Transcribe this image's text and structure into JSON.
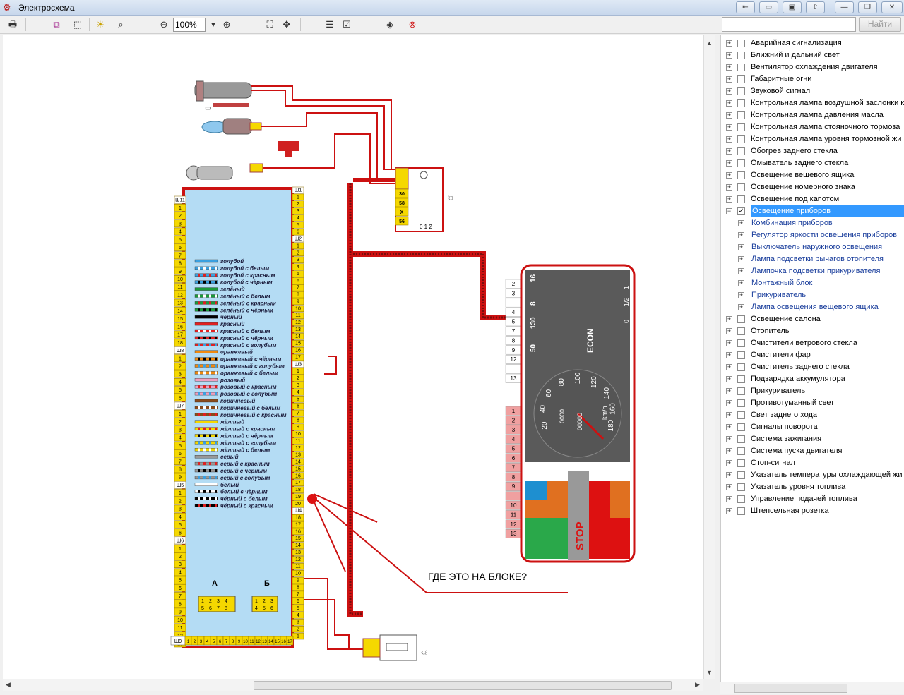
{
  "window": {
    "title": "Электросхема"
  },
  "toolbar": {
    "zoom_value": "100%",
    "find_label": "Найти",
    "search_value": ""
  },
  "diagram": {
    "question": "ГДЕ ЭТО НА БЛОКЕ?",
    "legend": [
      {
        "label": "голубой",
        "c1": "#3aa0e0",
        "c2": "#3aa0e0"
      },
      {
        "label": "голубой с белым",
        "c1": "#3aa0e0",
        "c2": "#ffffff"
      },
      {
        "label": "голубой с красным",
        "c1": "#3aa0e0",
        "c2": "#e02020"
      },
      {
        "label": "голубой с чёрным",
        "c1": "#3aa0e0",
        "c2": "#000000"
      },
      {
        "label": "зелёный",
        "c1": "#1a9a3a",
        "c2": "#1a9a3a"
      },
      {
        "label": "зелёный с белым",
        "c1": "#1a9a3a",
        "c2": "#ffffff"
      },
      {
        "label": "зелёный с красным",
        "c1": "#1a9a3a",
        "c2": "#e02020"
      },
      {
        "label": "зелёный с чёрным",
        "c1": "#1a9a3a",
        "c2": "#000000"
      },
      {
        "label": "черный",
        "c1": "#000000",
        "c2": "#000000"
      },
      {
        "label": "красный",
        "c1": "#e02020",
        "c2": "#e02020"
      },
      {
        "label": "красный с белым",
        "c1": "#e02020",
        "c2": "#ffffff"
      },
      {
        "label": "красный с чёрным",
        "c1": "#e02020",
        "c2": "#000000"
      },
      {
        "label": "красный с голубым",
        "c1": "#e02020",
        "c2": "#3aa0e0"
      },
      {
        "label": "оранжевый",
        "c1": "#f08a10",
        "c2": "#f08a10"
      },
      {
        "label": "оранжевый с чёрным",
        "c1": "#f08a10",
        "c2": "#000000"
      },
      {
        "label": "оранжевый с голубым",
        "c1": "#f08a10",
        "c2": "#3aa0e0"
      },
      {
        "label": "оранжевый с белым",
        "c1": "#f08a10",
        "c2": "#ffffff"
      },
      {
        "label": "розовый",
        "c1": "#f0a0c0",
        "c2": "#f0a0c0"
      },
      {
        "label": "розовый с красным",
        "c1": "#f0a0c0",
        "c2": "#e02020"
      },
      {
        "label": "розовый с голубым",
        "c1": "#f0a0c0",
        "c2": "#3aa0e0"
      },
      {
        "label": "коричневый",
        "c1": "#8a4a1a",
        "c2": "#8a4a1a"
      },
      {
        "label": "коричневый с белым",
        "c1": "#8a4a1a",
        "c2": "#ffffff"
      },
      {
        "label": "коричневый с красным",
        "c1": "#8a4a1a",
        "c2": "#e02020"
      },
      {
        "label": "жёлтый",
        "c1": "#f5d800",
        "c2": "#f5d800"
      },
      {
        "label": "жёлтый с красным",
        "c1": "#f5d800",
        "c2": "#e02020"
      },
      {
        "label": "жёлтый с чёрным",
        "c1": "#f5d800",
        "c2": "#000000"
      },
      {
        "label": "жёлтый с голубым",
        "c1": "#f5d800",
        "c2": "#3aa0e0"
      },
      {
        "label": "жёлтый с белым",
        "c1": "#f5d800",
        "c2": "#ffffff"
      },
      {
        "label": "серый",
        "c1": "#999999",
        "c2": "#999999"
      },
      {
        "label": "серый с красным",
        "c1": "#999999",
        "c2": "#e02020"
      },
      {
        "label": "серый с чёрным",
        "c1": "#999999",
        "c2": "#000000"
      },
      {
        "label": "серый с голубым",
        "c1": "#999999",
        "c2": "#3aa0e0"
      },
      {
        "label": "белый",
        "c1": "#ffffff",
        "c2": "#ffffff"
      },
      {
        "label": "белый с чёрным",
        "c1": "#ffffff",
        "c2": "#000000"
      },
      {
        "label": "чёрный с белым",
        "c1": "#000000",
        "c2": "#ffffff"
      },
      {
        "label": "чёрный с красным",
        "c1": "#000000",
        "c2": "#e02020"
      }
    ],
    "block": {
      "connector_a": "А",
      "connector_b": "Б",
      "connector_a_pins": [
        "1",
        "2",
        "3",
        "4",
        "5",
        "6",
        "7",
        "8"
      ],
      "connector_b_pins": [
        "1",
        "2",
        "3",
        "4",
        "5",
        "6"
      ],
      "left_column": [
        {
          "label": "Ш11",
          "header": true
        },
        {
          "label": "1"
        },
        {
          "label": "2"
        },
        {
          "label": "3"
        },
        {
          "label": "4"
        },
        {
          "label": "5"
        },
        {
          "label": "6"
        },
        {
          "label": "7"
        },
        {
          "label": "8"
        },
        {
          "label": "9"
        },
        {
          "label": "10"
        },
        {
          "label": "11"
        },
        {
          "label": "12"
        },
        {
          "label": "13"
        },
        {
          "label": "14"
        },
        {
          "label": "15"
        },
        {
          "label": "16"
        },
        {
          "label": "17"
        },
        {
          "label": "18"
        },
        {
          "label": "Ш8",
          "header": true
        },
        {
          "label": "1"
        },
        {
          "label": "2"
        },
        {
          "label": "3"
        },
        {
          "label": "4"
        },
        {
          "label": "5"
        },
        {
          "label": "6"
        },
        {
          "label": "Ш7",
          "header": true
        },
        {
          "label": "1"
        },
        {
          "label": "2"
        },
        {
          "label": "3"
        },
        {
          "label": "4"
        },
        {
          "label": "5"
        },
        {
          "label": "6"
        },
        {
          "label": "7"
        },
        {
          "label": "8"
        },
        {
          "label": "9"
        },
        {
          "label": "Ш5",
          "header": true
        },
        {
          "label": "1"
        },
        {
          "label": "2"
        },
        {
          "label": "3"
        },
        {
          "label": "4"
        },
        {
          "label": "5"
        },
        {
          "label": "6"
        },
        {
          "label": "Ш6",
          "header": true
        },
        {
          "label": "1"
        },
        {
          "label": "2"
        },
        {
          "label": "3"
        },
        {
          "label": "4"
        },
        {
          "label": "5"
        },
        {
          "label": "6"
        },
        {
          "label": "7"
        },
        {
          "label": "8"
        },
        {
          "label": "9"
        },
        {
          "label": "10"
        },
        {
          "label": "11"
        },
        {
          "label": "12"
        },
        {
          "label": "13"
        }
      ],
      "right_column": [
        {
          "label": "Ш1",
          "header": true
        },
        {
          "label": "1"
        },
        {
          "label": "2"
        },
        {
          "label": "3"
        },
        {
          "label": "4"
        },
        {
          "label": "5"
        },
        {
          "label": "6"
        },
        {
          "label": "Ш2",
          "header": true
        },
        {
          "label": "1"
        },
        {
          "label": "2"
        },
        {
          "label": "3"
        },
        {
          "label": "4"
        },
        {
          "label": "5"
        },
        {
          "label": "6"
        },
        {
          "label": "7"
        },
        {
          "label": "8"
        },
        {
          "label": "9"
        },
        {
          "label": "10"
        },
        {
          "label": "11"
        },
        {
          "label": "12"
        },
        {
          "label": "13"
        },
        {
          "label": "14"
        },
        {
          "label": "15"
        },
        {
          "label": "16"
        },
        {
          "label": "17"
        },
        {
          "label": "Ш3",
          "header": true
        },
        {
          "label": "1"
        },
        {
          "label": "2"
        },
        {
          "label": "3"
        },
        {
          "label": "4"
        },
        {
          "label": "5"
        },
        {
          "label": "6"
        },
        {
          "label": "7"
        },
        {
          "label": "8"
        },
        {
          "label": "9"
        },
        {
          "label": "10"
        },
        {
          "label": "11"
        },
        {
          "label": "12"
        },
        {
          "label": "13"
        },
        {
          "label": "14"
        },
        {
          "label": "15"
        },
        {
          "label": "16"
        },
        {
          "label": "17"
        },
        {
          "label": "18"
        },
        {
          "label": "19"
        },
        {
          "label": "20"
        },
        {
          "label": "Ш4",
          "header": true
        },
        {
          "label": "18"
        },
        {
          "label": "17"
        },
        {
          "label": "16"
        },
        {
          "label": "15"
        },
        {
          "label": "14"
        },
        {
          "label": "13"
        },
        {
          "label": "12"
        },
        {
          "label": "11"
        },
        {
          "label": "10"
        },
        {
          "label": "9"
        },
        {
          "label": "8"
        },
        {
          "label": "7"
        },
        {
          "label": "6"
        },
        {
          "label": "5"
        },
        {
          "label": "4"
        },
        {
          "label": "3"
        },
        {
          "label": "2"
        },
        {
          "label": "1"
        }
      ],
      "bottom_header": "Ш9",
      "bottom_row": [
        "1",
        "2",
        "3",
        "4",
        "5",
        "6",
        "7",
        "8",
        "9",
        "10",
        "11",
        "12",
        "13",
        "14",
        "15",
        "16",
        "17"
      ]
    },
    "switch_pins": [
      "30",
      "58",
      "X",
      "56"
    ],
    "switch_positions": "0 1 2",
    "cluster_pins_top": [
      "2",
      "3",
      "",
      "4",
      "5",
      "7",
      "8",
      "9",
      "12",
      "",
      "13"
    ],
    "cluster_pins_bottom": [
      "1",
      "2",
      "3",
      "4",
      "5",
      "6",
      "7",
      "8",
      "9",
      "",
      "10",
      "11",
      "12",
      "13"
    ],
    "cluster": {
      "speed_labels": [
        "20",
        "40",
        "60",
        "80",
        "100",
        "120",
        "140",
        "160",
        "180"
      ],
      "speed_unit": "km/h",
      "odo": "00000",
      "trip": "0000",
      "econ": "ECON",
      "stop": "STOP",
      "tacho_labels": [
        "16",
        "8",
        "130",
        "50"
      ],
      "fuel_labels": [
        "1",
        "1/2",
        "0"
      ]
    }
  },
  "tree": {
    "items": [
      {
        "label": "Аварийная сигнализация",
        "level": 0,
        "checked": false
      },
      {
        "label": "Ближний и дальний свет",
        "level": 0,
        "checked": false
      },
      {
        "label": "Вентилятор охлаждения двигателя",
        "level": 0,
        "checked": false
      },
      {
        "label": "Габаритные огни",
        "level": 0,
        "checked": false
      },
      {
        "label": "Звуковой сигнал",
        "level": 0,
        "checked": false
      },
      {
        "label": "Контрольная лампа воздушной заслонки к",
        "level": 0,
        "checked": false
      },
      {
        "label": "Контрольная лампа давления масла",
        "level": 0,
        "checked": false
      },
      {
        "label": "Контрольная лампа стояночного тормоза",
        "level": 0,
        "checked": false
      },
      {
        "label": "Контрольная лампа уровня тормозной жи",
        "level": 0,
        "checked": false
      },
      {
        "label": "Обогрев заднего стекла",
        "level": 0,
        "checked": false
      },
      {
        "label": "Омыватель заднего стекла",
        "level": 0,
        "checked": false
      },
      {
        "label": "Освещение вещевого ящика",
        "level": 0,
        "checked": false
      },
      {
        "label": "Освещение номерного знака",
        "level": 0,
        "checked": false
      },
      {
        "label": "Освещение под капотом",
        "level": 0,
        "checked": false
      },
      {
        "label": "Освещение приборов",
        "level": 0,
        "checked": true,
        "selected": true,
        "expanded": true
      },
      {
        "label": "Комбинация приборов",
        "level": 1
      },
      {
        "label": "Регулятор яркости освещения приборов",
        "level": 1
      },
      {
        "label": "Выключатель наружного освещения",
        "level": 1
      },
      {
        "label": "Лампа подсветки рычагов отопителя",
        "level": 1
      },
      {
        "label": "Лампочка подсветки прикуривателя",
        "level": 1
      },
      {
        "label": "Монтажный блок",
        "level": 1
      },
      {
        "label": "Прикуриватель",
        "level": 1
      },
      {
        "label": "Лампа освещения вещевого ящика",
        "level": 1
      },
      {
        "label": "Освещение салона",
        "level": 0,
        "checked": false
      },
      {
        "label": "Отопитель",
        "level": 0,
        "checked": false
      },
      {
        "label": "Очистители ветрового стекла",
        "level": 0,
        "checked": false
      },
      {
        "label": "Очистители фар",
        "level": 0,
        "checked": false
      },
      {
        "label": "Очиститель заднего стекла",
        "level": 0,
        "checked": false
      },
      {
        "label": "Подзарядка аккумулятора",
        "level": 0,
        "checked": false
      },
      {
        "label": "Прикуриватель",
        "level": 0,
        "checked": false
      },
      {
        "label": "Противотуманный свет",
        "level": 0,
        "checked": false
      },
      {
        "label": "Свет заднего хода",
        "level": 0,
        "checked": false
      },
      {
        "label": "Сигналы поворота",
        "level": 0,
        "checked": false
      },
      {
        "label": "Система зажигания",
        "level": 0,
        "checked": false
      },
      {
        "label": "Система пуска двигателя",
        "level": 0,
        "checked": false
      },
      {
        "label": "Стоп-сигнал",
        "level": 0,
        "checked": false
      },
      {
        "label": "Указатель температуры охлаждающей жи",
        "level": 0,
        "checked": false
      },
      {
        "label": "Указатель уровня топлива",
        "level": 0,
        "checked": false
      },
      {
        "label": "Управление подачей топлива",
        "level": 0,
        "checked": false
      },
      {
        "label": "Штепсельная розетка",
        "level": 0,
        "checked": false
      }
    ]
  }
}
